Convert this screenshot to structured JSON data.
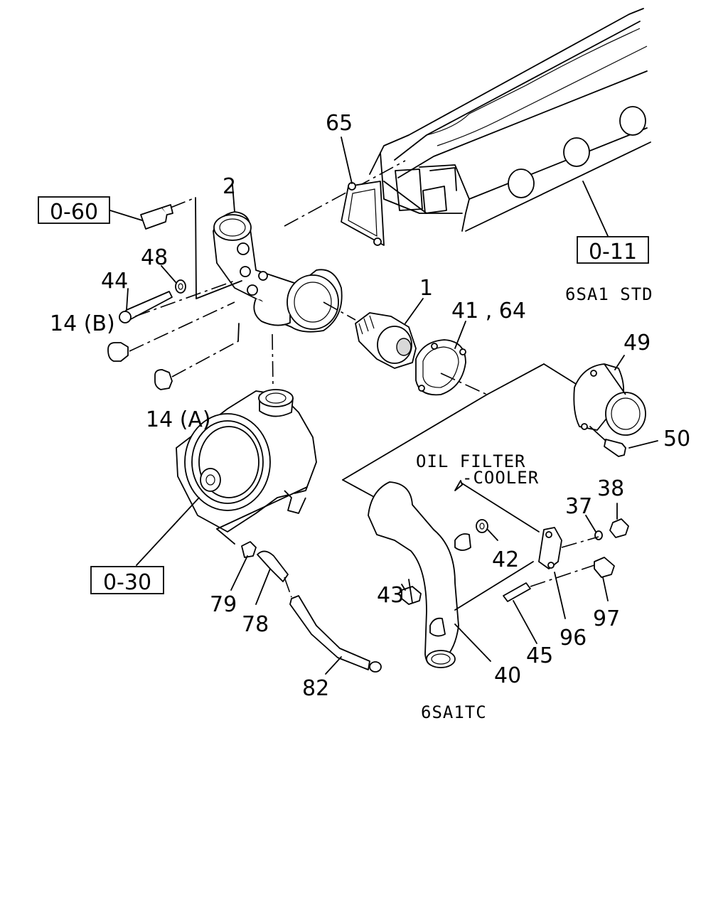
{
  "callouts": {
    "c65": "65",
    "c2": "2",
    "c48": "48",
    "c44": "44",
    "c14b": "14 (B)",
    "c14a": "14 (A)",
    "c1": "1",
    "c41_64": "41 , 64",
    "c49": "49",
    "c50": "50",
    "c38": "38",
    "c37": "37",
    "c42": "42",
    "c43": "43",
    "c79": "79",
    "c78": "78",
    "c82": "82",
    "c40": "40",
    "c45": "45",
    "c96": "96",
    "c97": "97"
  },
  "refs": {
    "r060": "0-60",
    "r011": "0-11",
    "r030": "0-30"
  },
  "notes": {
    "std": "6SA1 STD",
    "oil1": "OIL FILTER",
    "oil2": "-COOLER",
    "tc": "6SA1TC"
  }
}
